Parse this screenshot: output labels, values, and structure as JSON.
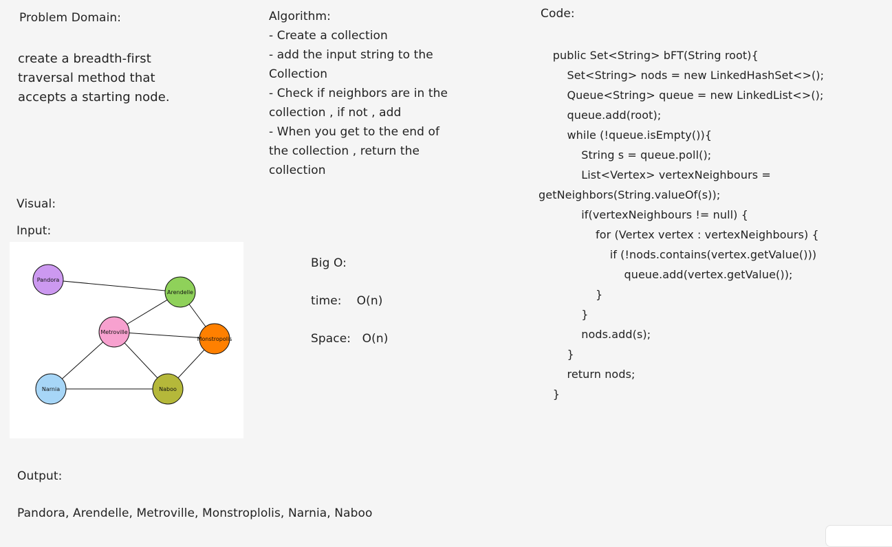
{
  "problem": {
    "title": "Problem Domain:",
    "lines": [
      "create  a breadth-first",
      "traversal method that",
      "accepts a starting node."
    ]
  },
  "algorithm": {
    "title": "Algorithm:",
    "lines": [
      "- Create a collection",
      "- add the input string to the",
      "Collection",
      "- Check if neighbors are in the",
      "collection , if not , add",
      "- When you get to the end of",
      "the collection , return the",
      "collection"
    ]
  },
  "visual": {
    "title": "Visual:",
    "input_title": "Input:"
  },
  "graph": {
    "nodes": [
      {
        "id": "pandora",
        "label": "Pandora",
        "color": "#cc99f0"
      },
      {
        "id": "arendelle",
        "label": "Arendelle",
        "color": "#8fd15a"
      },
      {
        "id": "metroville",
        "label": "Metroville",
        "color": "#f7a1cf"
      },
      {
        "id": "monstropolis",
        "label": "Monstropolis",
        "color": "#ff8000"
      },
      {
        "id": "narnia",
        "label": "Narnia",
        "color": "#a7d6f7"
      },
      {
        "id": "naboo",
        "label": "Naboo",
        "color": "#b5b83a"
      }
    ],
    "edges": [
      [
        "pandora",
        "arendelle"
      ],
      [
        "arendelle",
        "metroville"
      ],
      [
        "arendelle",
        "monstropolis"
      ],
      [
        "metroville",
        "monstropolis"
      ],
      [
        "metroville",
        "narnia"
      ],
      [
        "metroville",
        "naboo"
      ],
      [
        "monstropolis",
        "naboo"
      ],
      [
        "narnia",
        "naboo"
      ]
    ]
  },
  "bigo": {
    "title": "Big O:",
    "time": "time:    O(n)",
    "space": "Space:   O(n)"
  },
  "code": {
    "title": "Code:",
    "lines": [
      "    public Set<String> bFT(String root){",
      "        Set<String> nods = new LinkedHashSet<>();",
      "        Queue<String> queue = new LinkedList<>();",
      "        queue.add(root);",
      "        while (!queue.isEmpty()){",
      "            String s = queue.poll();",
      "            List<Vertex> vertexNeighbours =",
      "getNeighbors(String.valueOf(s));",
      "            if(vertexNeighbours != null) {",
      "                for (Vertex vertex : vertexNeighbours) {",
      "                    if (!nods.contains(vertex.getValue()))",
      "                        queue.add(vertex.getValue());",
      "                }",
      "            }",
      "            nods.add(s);",
      "        }",
      "        return nods;",
      "    }"
    ]
  },
  "output": {
    "title": "Output:",
    "text": "Pandora, Arendelle, Metroville, Monstroplolis, Narnia, Naboo"
  }
}
